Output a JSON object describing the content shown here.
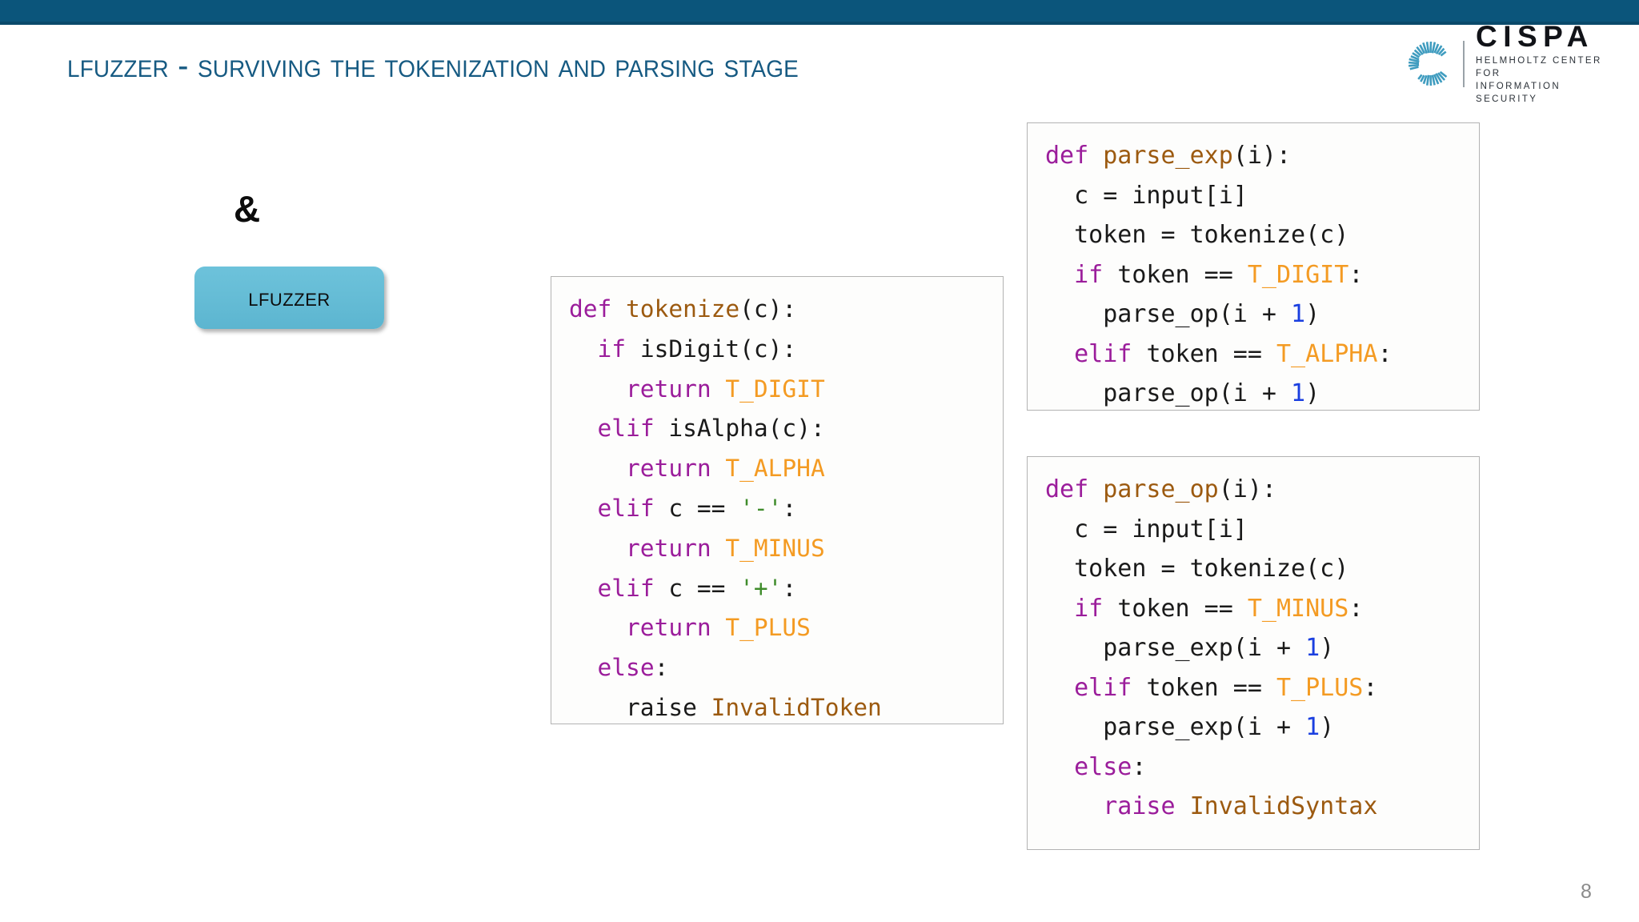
{
  "slide": {
    "title": "lFuzzer - Surviving the Tokenization and Parsing Stage",
    "page_number": "8",
    "accent_color": "#0b557b",
    "title_color": "#165a82"
  },
  "logo": {
    "name": "CISPA",
    "subtitle_line1": "HELMHOLTZ CENTER FOR",
    "subtitle_line2": "INFORMATION SECURITY",
    "mark": "cispa-c-mark-icon",
    "mark_color": "#3f9cbf"
  },
  "diagram": {
    "ampersand": "&",
    "lfuzzer_label": "lFuzzer",
    "lfuzzer_box_color": "#66bdd6"
  },
  "syntax_colors": {
    "keyword": "#9b1d9b",
    "function": "#9c5a10",
    "constant": "#f49b23",
    "string": "#3f8c2b",
    "number": "#1a3fe0",
    "plain": "#1a1a1a"
  },
  "code_blocks": [
    {
      "id": "tokenize",
      "name": "tokenize",
      "lines": [
        [
          {
            "t": "def ",
            "c": "kw"
          },
          {
            "t": "tokenize",
            "c": "fn"
          },
          {
            "t": "(c):",
            "c": "plain"
          }
        ],
        [
          {
            "t": "  ",
            "c": "plain"
          },
          {
            "t": "if ",
            "c": "kw"
          },
          {
            "t": "isDigit(c):",
            "c": "plain"
          }
        ],
        [
          {
            "t": "    ",
            "c": "plain"
          },
          {
            "t": "return ",
            "c": "kw"
          },
          {
            "t": "T_DIGIT",
            "c": "const"
          }
        ],
        [
          {
            "t": "  ",
            "c": "plain"
          },
          {
            "t": "elif ",
            "c": "kw"
          },
          {
            "t": "isAlpha(c):",
            "c": "plain"
          }
        ],
        [
          {
            "t": "    ",
            "c": "plain"
          },
          {
            "t": "return ",
            "c": "kw"
          },
          {
            "t": "T_ALPHA",
            "c": "const"
          }
        ],
        [
          {
            "t": "  ",
            "c": "plain"
          },
          {
            "t": "elif ",
            "c": "kw"
          },
          {
            "t": "c == ",
            "c": "plain"
          },
          {
            "t": "'-'",
            "c": "str"
          },
          {
            "t": ":",
            "c": "plain"
          }
        ],
        [
          {
            "t": "    ",
            "c": "plain"
          },
          {
            "t": "return ",
            "c": "kw"
          },
          {
            "t": "T_MINUS",
            "c": "const"
          }
        ],
        [
          {
            "t": "  ",
            "c": "plain"
          },
          {
            "t": "elif ",
            "c": "kw"
          },
          {
            "t": "c == ",
            "c": "plain"
          },
          {
            "t": "'+'",
            "c": "str"
          },
          {
            "t": ":",
            "c": "plain"
          }
        ],
        [
          {
            "t": "    ",
            "c": "plain"
          },
          {
            "t": "return ",
            "c": "kw"
          },
          {
            "t": "T_PLUS",
            "c": "const"
          }
        ],
        [
          {
            "t": "  ",
            "c": "plain"
          },
          {
            "t": "else",
            "c": "kw"
          },
          {
            "t": ":",
            "c": "plain"
          }
        ],
        [
          {
            "t": "    raise ",
            "c": "plain"
          },
          {
            "t": "InvalidToken",
            "c": "fn"
          }
        ]
      ]
    },
    {
      "id": "parse-exp",
      "name": "parse_exp",
      "lines": [
        [
          {
            "t": "def ",
            "c": "kw"
          },
          {
            "t": "parse_exp",
            "c": "fn"
          },
          {
            "t": "(i):",
            "c": "plain"
          }
        ],
        [
          {
            "t": "  c = input[i]",
            "c": "plain"
          }
        ],
        [
          {
            "t": "  token = tokenize(c)",
            "c": "plain"
          }
        ],
        [
          {
            "t": "  ",
            "c": "plain"
          },
          {
            "t": "if ",
            "c": "kw"
          },
          {
            "t": "token == ",
            "c": "plain"
          },
          {
            "t": "T_DIGIT",
            "c": "const"
          },
          {
            "t": ":",
            "c": "plain"
          }
        ],
        [
          {
            "t": "    parse_op(i + ",
            "c": "plain"
          },
          {
            "t": "1",
            "c": "num"
          },
          {
            "t": ")",
            "c": "plain"
          }
        ],
        [
          {
            "t": "  ",
            "c": "plain"
          },
          {
            "t": "elif ",
            "c": "kw"
          },
          {
            "t": "token == ",
            "c": "plain"
          },
          {
            "t": "T_ALPHA",
            "c": "const"
          },
          {
            "t": ":",
            "c": "plain"
          }
        ],
        [
          {
            "t": "    parse_op(i + ",
            "c": "plain"
          },
          {
            "t": "1",
            "c": "num"
          },
          {
            "t": ")",
            "c": "plain"
          }
        ]
      ]
    },
    {
      "id": "parse-op",
      "name": "parse_op",
      "lines": [
        [
          {
            "t": "def ",
            "c": "kw"
          },
          {
            "t": "parse_op",
            "c": "fn"
          },
          {
            "t": "(i):",
            "c": "plain"
          }
        ],
        [
          {
            "t": "  c = input[i]",
            "c": "plain"
          }
        ],
        [
          {
            "t": "  token = tokenize(c)",
            "c": "plain"
          }
        ],
        [
          {
            "t": "  ",
            "c": "plain"
          },
          {
            "t": "if ",
            "c": "kw"
          },
          {
            "t": "token == ",
            "c": "plain"
          },
          {
            "t": "T_MINUS",
            "c": "const"
          },
          {
            "t": ":",
            "c": "plain"
          }
        ],
        [
          {
            "t": "    parse_exp(i + ",
            "c": "plain"
          },
          {
            "t": "1",
            "c": "num"
          },
          {
            "t": ")",
            "c": "plain"
          }
        ],
        [
          {
            "t": "  ",
            "c": "plain"
          },
          {
            "t": "elif ",
            "c": "kw"
          },
          {
            "t": "token == ",
            "c": "plain"
          },
          {
            "t": "T_PLUS",
            "c": "const"
          },
          {
            "t": ":",
            "c": "plain"
          }
        ],
        [
          {
            "t": "    parse_exp(i + ",
            "c": "plain"
          },
          {
            "t": "1",
            "c": "num"
          },
          {
            "t": ")",
            "c": "plain"
          }
        ],
        [
          {
            "t": "  ",
            "c": "plain"
          },
          {
            "t": "else",
            "c": "kw"
          },
          {
            "t": ":",
            "c": "plain"
          }
        ],
        [
          {
            "t": "    ",
            "c": "plain"
          },
          {
            "t": "raise ",
            "c": "kw"
          },
          {
            "t": "InvalidSyntax",
            "c": "fn"
          }
        ]
      ]
    }
  ]
}
